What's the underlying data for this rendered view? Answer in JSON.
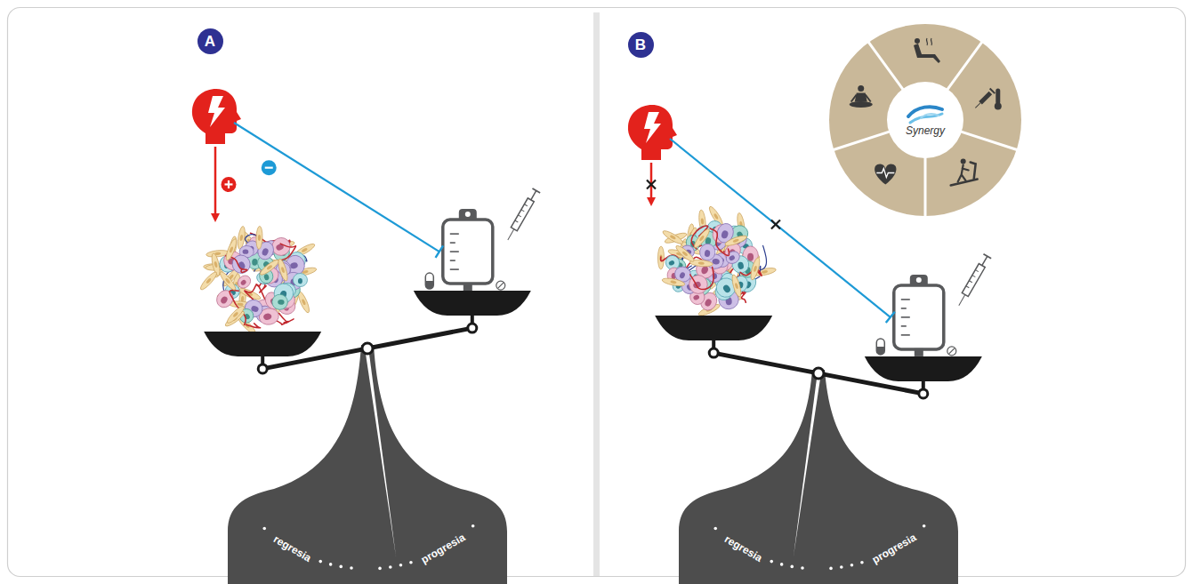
{
  "diagram": {
    "nodes": [
      {
        "text": [
          "A"
        ]
      },
      {
        "text": [
          "regresia",
          "progresia"
        ]
      },
      {
        "text": [
          "B"
        ]
      },
      {
        "text": [
          "Synergy"
        ]
      },
      {
        "text": [
          "regresia",
          "progresia"
        ]
      }
    ]
  }
}
